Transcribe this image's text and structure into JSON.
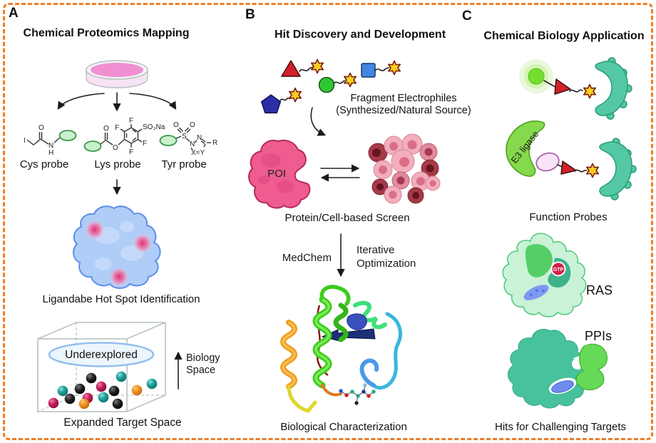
{
  "figure": {
    "panel_a": {
      "label": "A",
      "title": "Chemical Proteomics Mapping",
      "probe_labels": [
        "Cys probe",
        "Lys probe",
        "Tyr probe"
      ],
      "atoms": {
        "i": "I",
        "o": "O",
        "n": "N",
        "h": "H",
        "f": "F",
        "s": "S",
        "r": "R",
        "so3na": "SO₃Na",
        "xy": "X=Y"
      },
      "hotspot_caption": "Ligandabe Hot Spot Identification",
      "cube_label": "Underexplored",
      "axis_label": [
        "Biology",
        "Space"
      ],
      "caption": "Expanded Target Space"
    },
    "panel_b": {
      "label": "B",
      "title": "Hit Discovery and Development",
      "fragments_caption": [
        "Fragment Electrophiles",
        "(Synthesized/Natural Source)"
      ],
      "poi_label": "POI",
      "screen_caption": "Protein/Cell-based Screen",
      "medchem_label": "MedChem",
      "optimization_label": [
        "Iterative",
        "Optimization"
      ],
      "caption": "Biological Characterization"
    },
    "panel_c": {
      "label": "C",
      "title": "Chemical Biology Application",
      "e3_ligase_label": "E3 ligase",
      "function_caption": "Function Probes",
      "gtp_label": "GTP",
      "ras_label": "RAS",
      "ppis_label": "PPIs",
      "caption": "Hits for Challenging Targets"
    },
    "colors": {
      "frame_border": "#ee7d25",
      "probe_tag_green": "#c9efcb",
      "protein_blue": "#b0cdf7",
      "hotspot_pink": "#e0336f",
      "sphere_teal": "#1fa29b",
      "sphere_black": "#1c1c1c",
      "sphere_crimson": "#c01b59",
      "sphere_orange": "#ef8c1c",
      "triangle_red": "#d42028",
      "star_yellow": "#f6cf1f",
      "circle_green": "#2fc733",
      "square_blue": "#4285e2",
      "pentagon_navy": "#2b2fa6",
      "poi_pink": "#ee5c90",
      "crescent_teal": "#54c8a4",
      "e3_green": "#86d94c",
      "gtp_red": "#d2204a",
      "ras_green": "#c9f2d7",
      "ppi_teal": "#47c29c",
      "ppi_green": "#66da57",
      "dish_pink": "#f090d2"
    }
  }
}
